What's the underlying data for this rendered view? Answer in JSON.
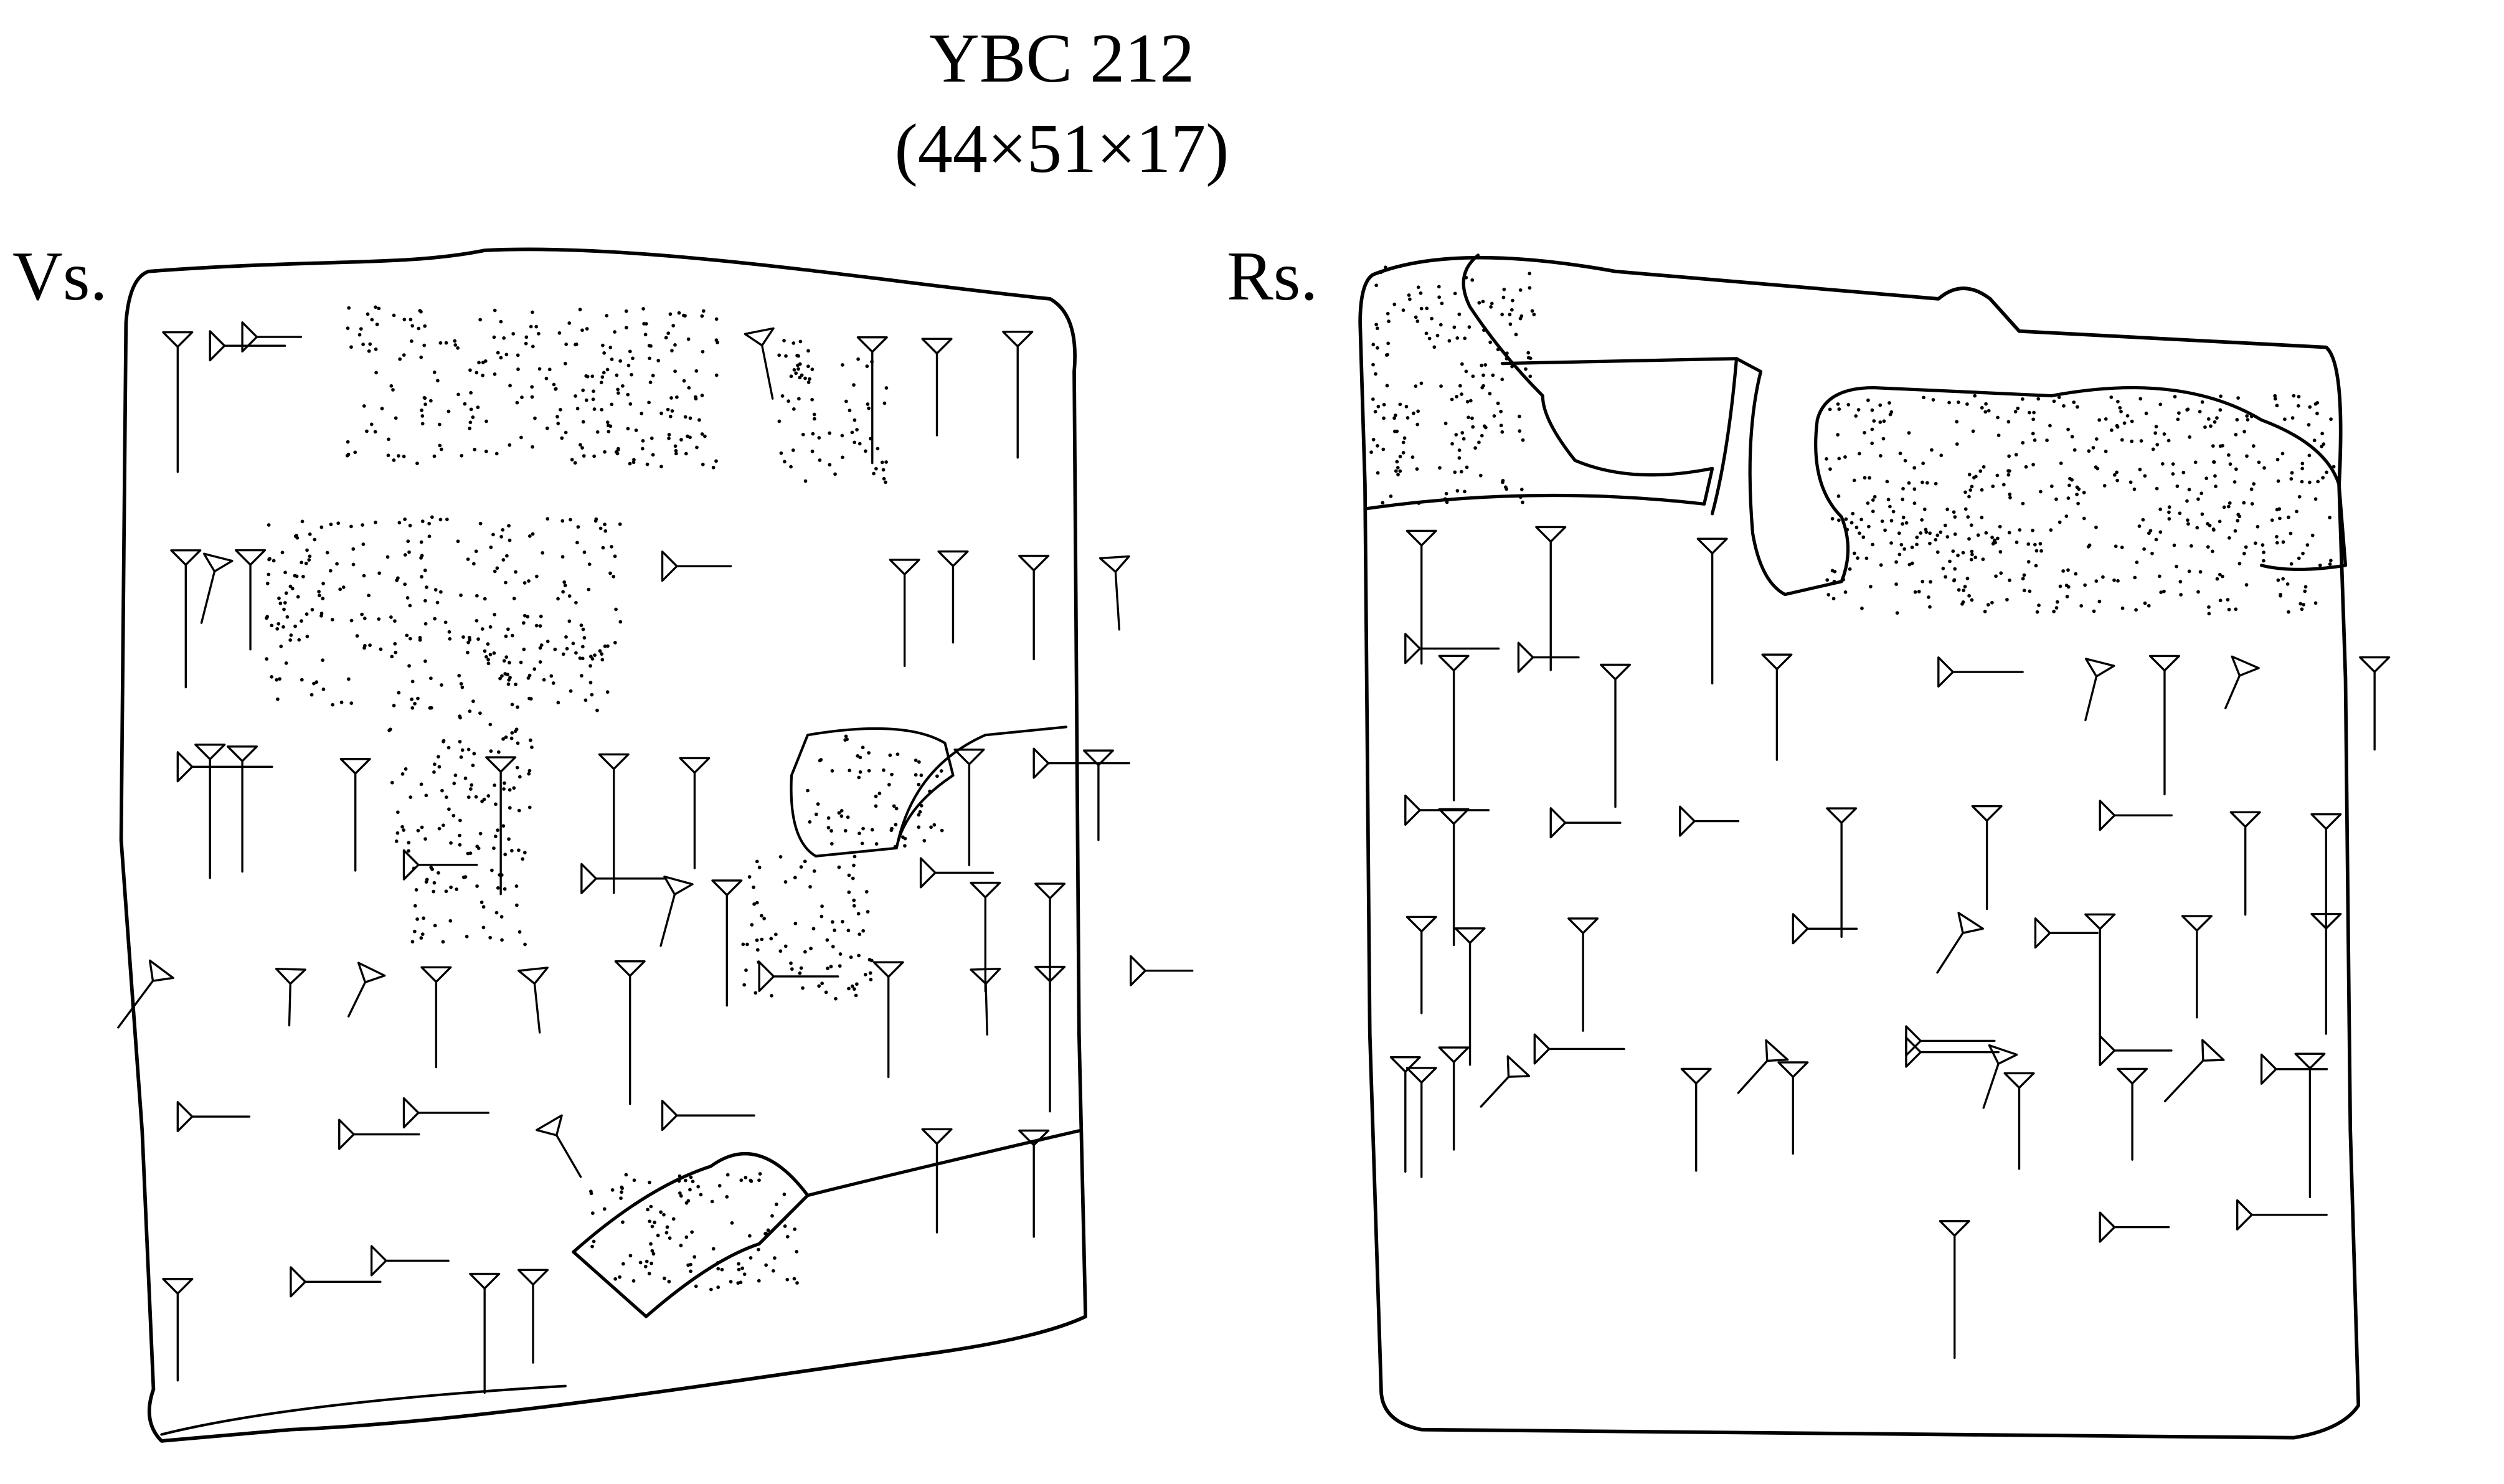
{
  "header": {
    "title": "YBC 212",
    "dimensions": "(44×51×17)"
  },
  "obverse": {
    "label": "Vs."
  },
  "reverse": {
    "label": "Rs."
  }
}
